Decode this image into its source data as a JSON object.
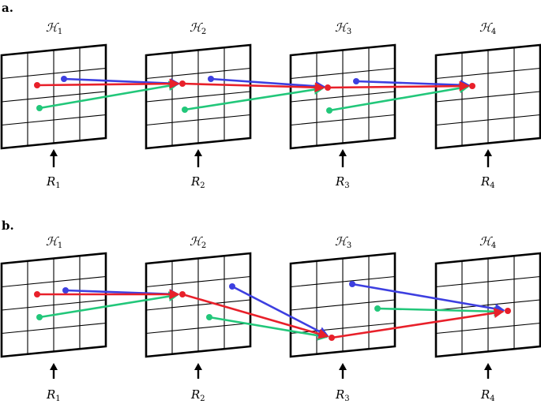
{
  "colors": {
    "red": "#e8202a",
    "blue": "#3d3fe0",
    "green": "#22c77a",
    "grid": "#000000"
  },
  "panels": [
    {
      "id": "a",
      "label": "a.",
      "layers": [
        {
          "symbol": "ℋ",
          "index": "1",
          "input_symbol": "R",
          "input_index": "1"
        },
        {
          "symbol": "ℋ",
          "index": "2",
          "input_symbol": "R",
          "input_index": "2"
        },
        {
          "symbol": "ℋ",
          "index": "3",
          "input_symbol": "R",
          "input_index": "3"
        },
        {
          "symbol": "ℋ",
          "index": "4",
          "input_symbol": "R",
          "input_index": "4"
        }
      ]
    },
    {
      "id": "b",
      "label": "b.",
      "layers": [
        {
          "symbol": "ℋ",
          "index": "1",
          "input_symbol": "R",
          "input_index": "1"
        },
        {
          "symbol": "ℋ",
          "index": "2",
          "input_symbol": "R",
          "input_index": "2"
        },
        {
          "symbol": "ℋ",
          "index": "3",
          "input_symbol": "R",
          "input_index": "3"
        },
        {
          "symbol": "ℋ",
          "index": "4",
          "input_symbol": "R",
          "input_index": "4"
        }
      ]
    }
  ]
}
